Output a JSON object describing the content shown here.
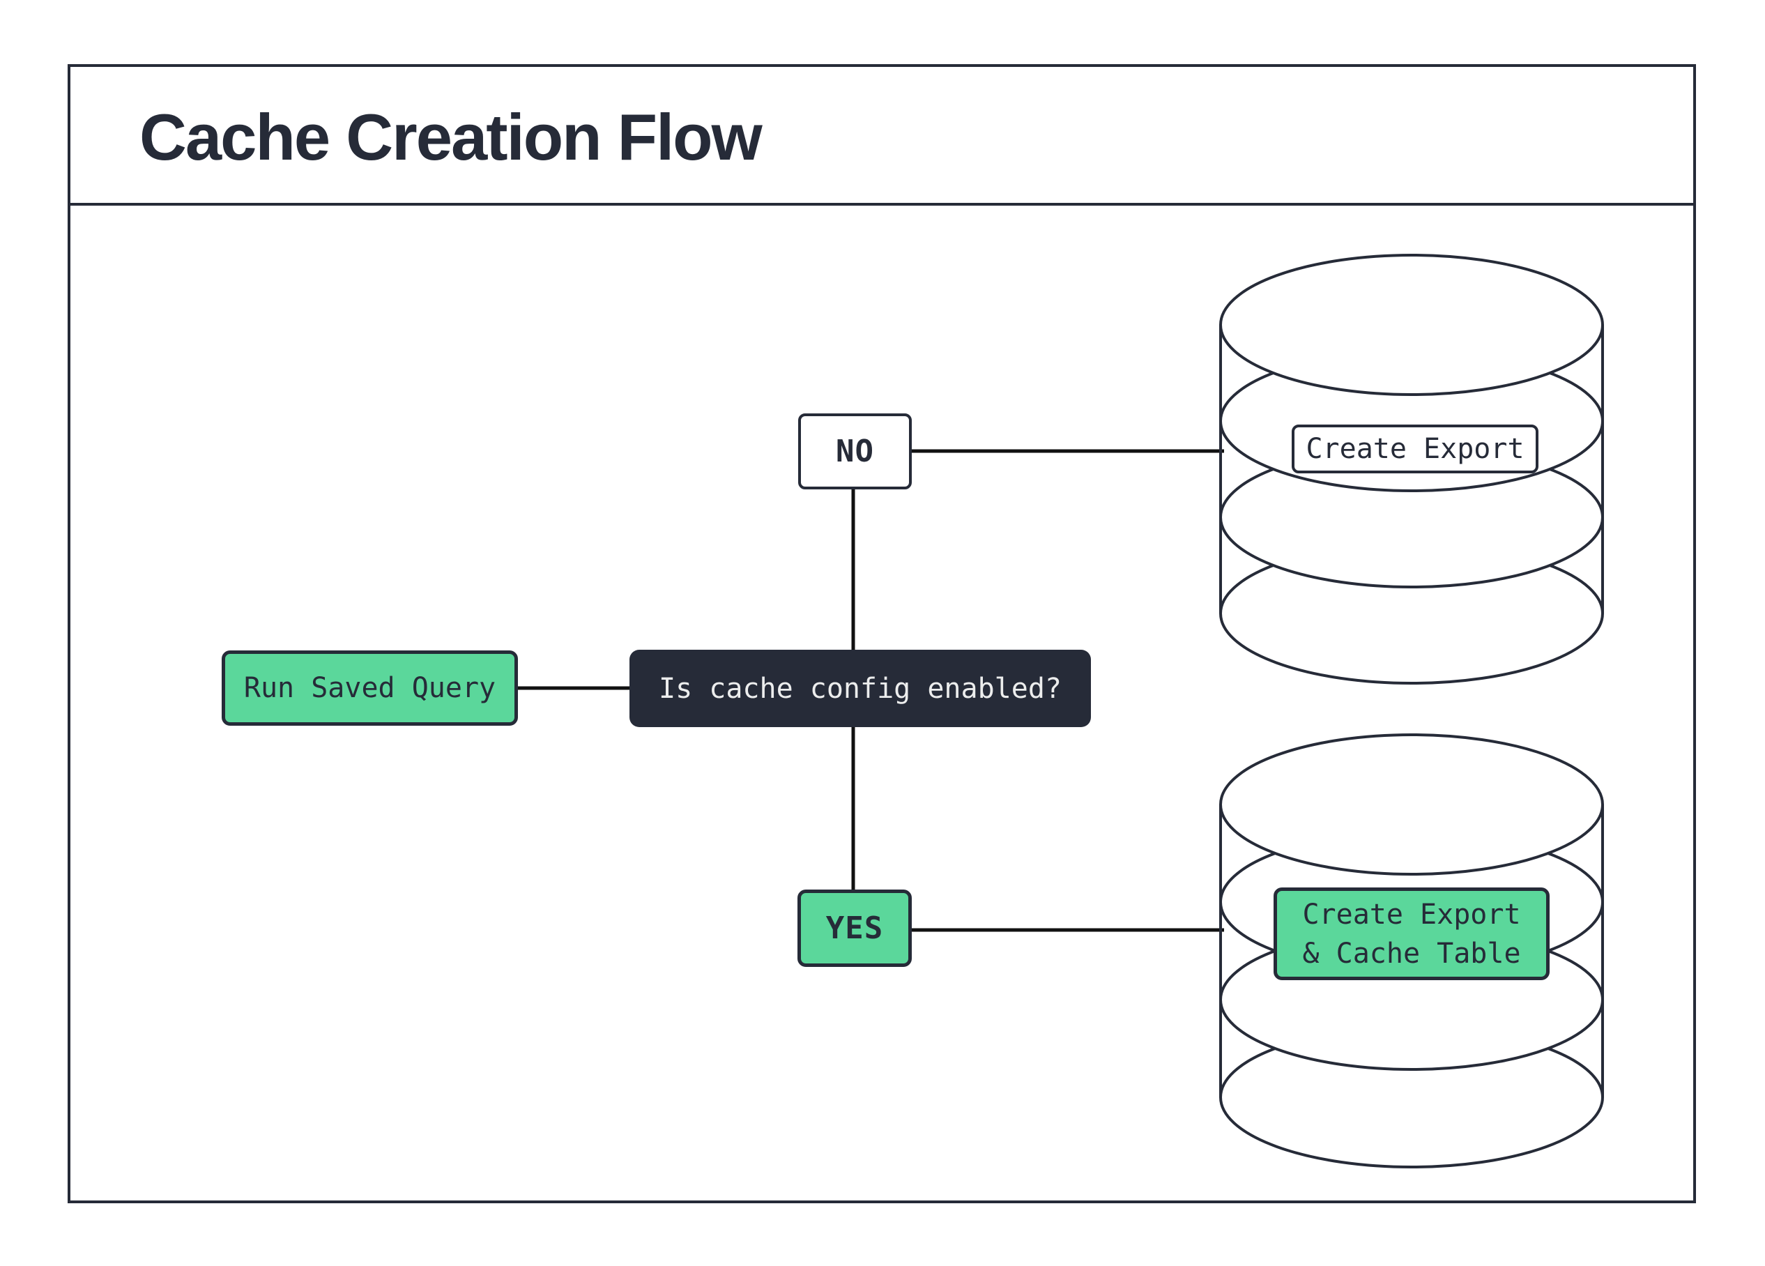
{
  "title": "Cache Creation Flow",
  "colors": {
    "ink": "#262b38",
    "green": "#5bd79b",
    "connector": "#111111",
    "paper": "#ffffff"
  },
  "flow": {
    "start": {
      "label": "Run Saved Query"
    },
    "decision": {
      "label": "Is cache config enabled?"
    },
    "branch_no": {
      "label": "NO"
    },
    "branch_yes": {
      "label": "YES"
    },
    "no_result": {
      "label": "Create Export"
    },
    "yes_result": {
      "line1": "Create Export",
      "line2": "& Cache Table"
    }
  }
}
